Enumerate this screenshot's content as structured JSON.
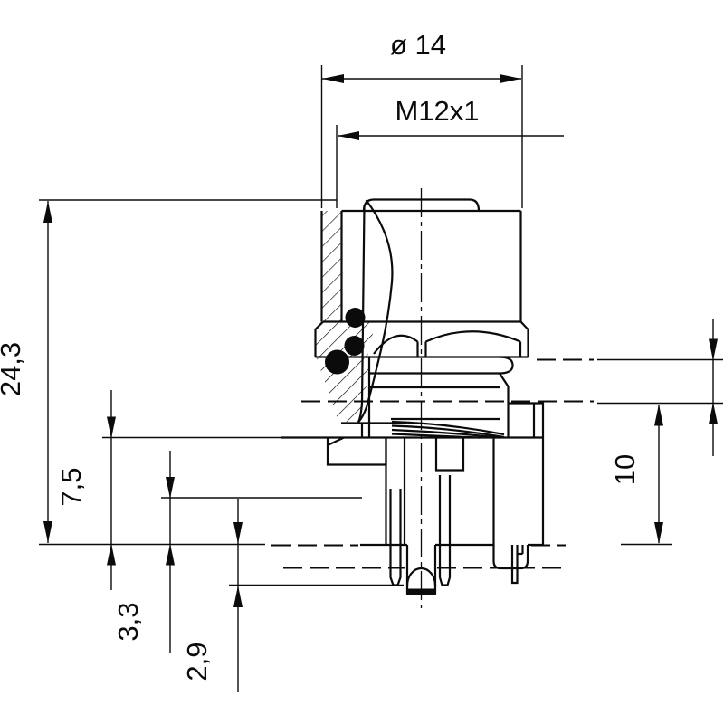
{
  "drawing": {
    "dimensions": {
      "diameter": "ø 14",
      "thread": "M12x1",
      "overall_height": "24,3",
      "flange_height": "7,5",
      "step_height": "3,3",
      "pin_protrusion": "2,9",
      "rear_depth": "10"
    },
    "colors": {
      "line": "#0b0b0b",
      "background": "#ffffff"
    }
  }
}
